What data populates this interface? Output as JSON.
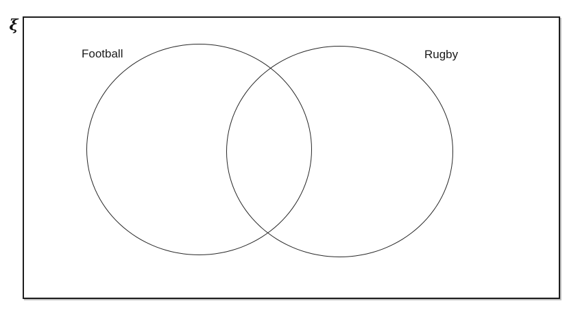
{
  "diagram": {
    "type": "venn",
    "universal_set_symbol": "ξ",
    "sets": [
      {
        "label": "Football"
      },
      {
        "label": "Rugby"
      }
    ],
    "colors": {
      "stroke": "#262626",
      "box_border": "#1c1c1c",
      "text": "#1a1a1a",
      "background": "#ffffff"
    }
  }
}
